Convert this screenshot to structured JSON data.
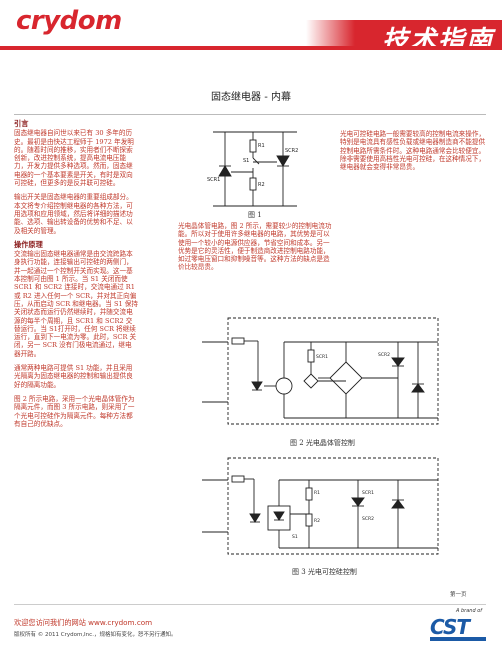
{
  "header": {
    "logo": "crydom",
    "banner_title": "技术指南"
  },
  "page_title": "固态继电器 - 内幕",
  "sections": {
    "intro_heading": "引言",
    "intro_p1": "固态继电器自问世以来已有 30 多年的历史。最初是由快达工程师于 1972 年发明的。随着时间的推移，实用者们不断探索创新，改进控制系统，提高电流电压能力，开发力提供多种选项。然而，固态继电器的一个基本要素是开关，有时是双向可控硅，但更多的是反并联可控硅。",
    "intro_p2": "输出开关是固态继电器的重要组成部分。本文将专介绍控制继电器的各种方法，可用选项和应用领域，然后将详细的描述功能、选项、输出转设备的优势和不足、以及相关的管理。",
    "op_heading": "操作原理",
    "op_p1": "交流输出固态继电器通常是由交流跨路本身执行功能，连接输出可控硅的两侧门，并一起通过一个控制开关而实现。这一基本控制可由图 1 所示。当 S1 关闭而使 SCR1 和 SCR2 连接时，交流电通过 R1 或 R2 进入任何一个 SCR，并对其正向偏压，从而启动 SCR 和继电器。当 S1 保持关闭状态而运行仍然继续时，并随交流电源的每半个周期，且 SCR1 和 SCR2 交替运行。当 S1打开时，任何 SCR 将继续运行，直到下一电流为零。此时，SCR 关闭，另一 SCR 没有门极电流通过，继电器开路。",
    "op_p2": "通常两种电路可提供 S1 功能，并且采用光隔离为固态继电器的控制和输出提供良好的隔离功能。",
    "op_p3": "图 2 所示电路，采用一个光电晶体管作为隔离元件，而图 3 所示电路，则采用了一个光电可控硅作为隔离元件。每种方法都有自己的优缺点。",
    "mid_p1": "光电晶体管电路，图 2 所示，需要较少的控制电流功能。所以对于使用许多继电器的电路，其优势是可以使用一个较小的电源供应器，节省空间和成本。另一优势是它的灵活性，便于制造商改进控制电路功能，如过零电压窗口和抑制噪音等。这种方法的缺点是造价比较昂贵。",
    "right_p1": "光电可控硅电路一般需要较高的控制电流来操作，特别是电流具有感性负载或继电器制造商不能提供控制电路所需条件时。这种电路通常会比较便宜。除非需要使用高档性光电可控硅，在这种情况下，继电器就会变得非常昂贵。"
  },
  "figures": {
    "fig1_caption": "图 1",
    "fig2_caption": "图 2  光电晶体管控制",
    "fig3_caption": "图 3  光电可控硅控制",
    "labels": {
      "r1": "R1",
      "r2": "R2",
      "s1": "S1",
      "scr1": "SCR1",
      "scr2": "SCR2"
    }
  },
  "footer": {
    "page_number": "第一页",
    "website": "欢迎您访问我们的网站 www.crydom.com",
    "copyright": "版权所有 © 2011 Crydom,Inc.，规格如有变化，恕不另行通知。",
    "a_brand_of": "A brand of",
    "cst": "CST"
  },
  "colors": {
    "brand_red": "#d8262e",
    "text_red": "#c0392b",
    "cst_blue": "#1b5aa6"
  }
}
